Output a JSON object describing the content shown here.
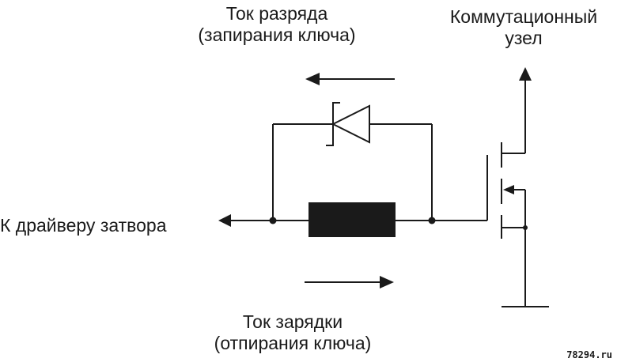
{
  "labels": {
    "discharge_line1": "Ток разряда",
    "discharge_line2": "(запирания ключа)",
    "node_line1": "Коммутационный",
    "node_line2": "узел",
    "driver": "К драйверу затвора",
    "charge_line1": "Ток зарядки",
    "charge_line2": "(отпирания ключа)"
  },
  "watermark": "78294.ru",
  "colors": {
    "ink": "#1a1a1a",
    "background": "#ffffff"
  }
}
